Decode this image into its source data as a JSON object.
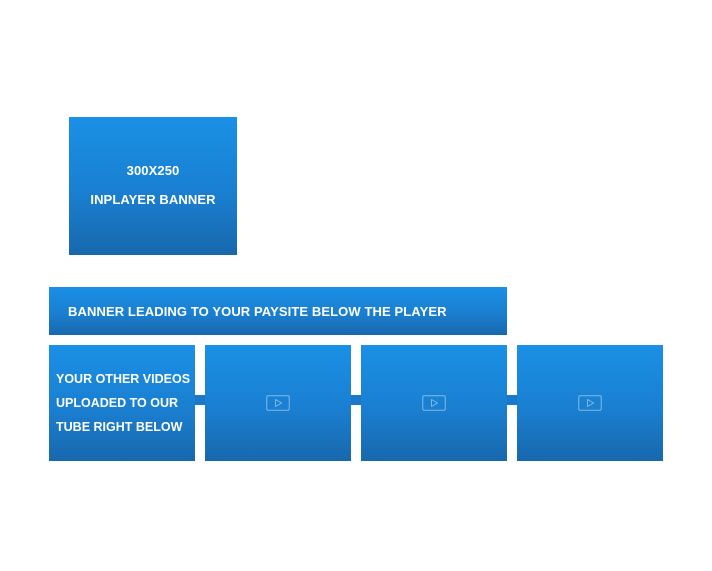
{
  "inplayer_banner": {
    "size_label": "300X250",
    "title": "INPLAYER BANNER"
  },
  "paysite_banner": {
    "label": "BANNER LEADING TO YOUR PAYSITE BELOW THE PLAYER"
  },
  "other_videos": {
    "lines": [
      "YOUR OTHER VIDEOS",
      "UPLOADED TO OUR",
      "TUBE RIGHT BELOW"
    ]
  },
  "thumbnails": [
    {
      "icon": "play-icon"
    },
    {
      "icon": "play-icon"
    },
    {
      "icon": "play-icon"
    }
  ],
  "colors": {
    "tile_top": "#1a90e6",
    "tile_bottom": "#1868ad",
    "text": "#ffffff"
  }
}
